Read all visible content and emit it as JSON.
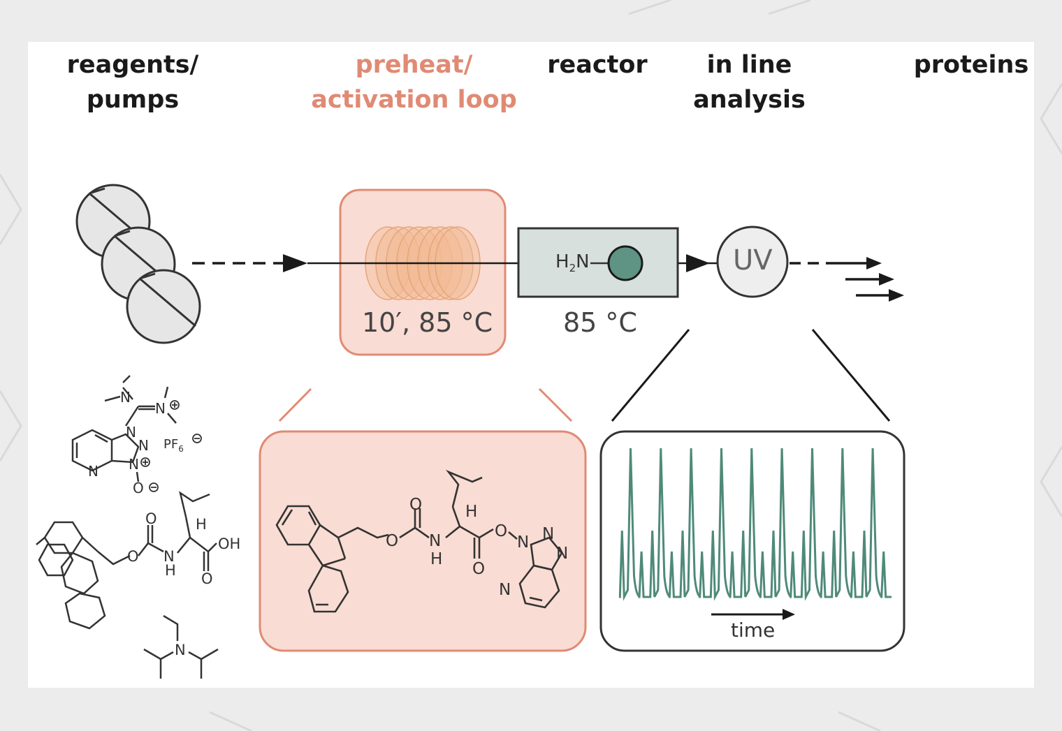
{
  "headers": {
    "reagents_line1": "reagents/",
    "reagents_line2": "pumps",
    "preheat_line1": "preheat/",
    "preheat_line2": "activation loop",
    "reactor": "reactor",
    "analysis_line1": "in line",
    "analysis_line2": "analysis",
    "proteins": "proteins"
  },
  "conditions": {
    "preheat": "10′, 85 °C",
    "reactor": "85 °C"
  },
  "reactor_label": {
    "h": "H",
    "sub": "2",
    "n": "N"
  },
  "detector": {
    "label": "UV"
  },
  "trace": {
    "axis_label": "time",
    "major_peak_count": 9
  },
  "atoms": {
    "hatu_n_top": "N",
    "hatu_n_plus": "N",
    "hatu_n1": "N",
    "hatu_n2": "N",
    "hatu_n3": "N",
    "hatu_n_ring": "N",
    "hatu_o": "O",
    "pf6": "PF",
    "pf6_sub": "6",
    "fmoc_o1": "O",
    "fmoc_o2": "O",
    "fmoc_n": "N",
    "fmoc_h_n": "H",
    "fmoc_h_alpha": "H",
    "fmoc_o3": "O",
    "fmoc_oh": "OH",
    "dipea_n": "N",
    "ester_o1": "O",
    "ester_o2": "O",
    "ester_n": "N",
    "ester_h_n": "H",
    "ester_h_alpha": "H",
    "ester_o3": "O",
    "ester_o4": "O",
    "ester_n1": "N",
    "ester_n2": "N",
    "ester_n3": "N",
    "ester_n_ring": "N"
  },
  "colors": {
    "accent": "#e08a74",
    "accent_fill": "#f9dcd3",
    "coil": "#f1bb93",
    "reactor_fill": "#d7e0dc",
    "bead": "#5f9384",
    "trace": "#4f8a79",
    "line": "#1a1a1a"
  }
}
